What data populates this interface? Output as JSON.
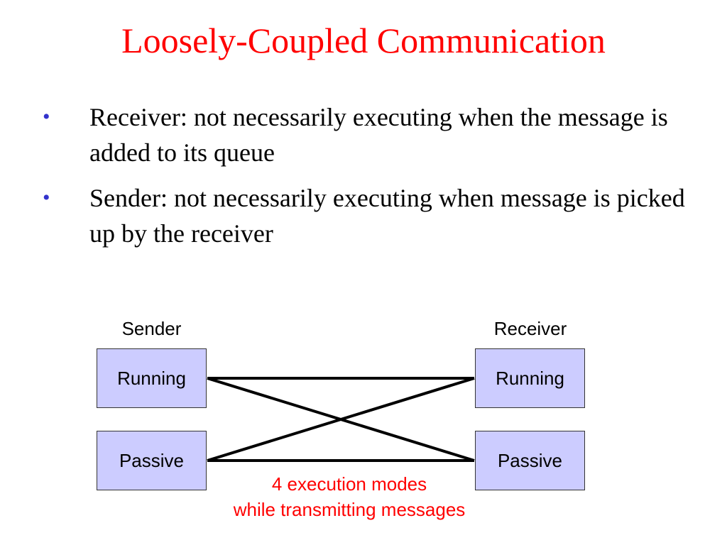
{
  "title": "Loosely-Coupled Communication",
  "bullets": [
    {
      "marker": "•",
      "text": "Receiver: not necessarily executing when the message is added to its queue"
    },
    {
      "marker": "•",
      "text": "Sender:  not necessarily executing when message is picked up by the receiver"
    }
  ],
  "diagram": {
    "sender_label": "Sender",
    "receiver_label": "Receiver",
    "sender_states": [
      "Running",
      "Passive"
    ],
    "receiver_states": [
      "Running",
      "Passive"
    ],
    "caption": [
      "4 execution modes",
      "while transmitting messages"
    ],
    "colors": {
      "box_fill": "#ccccff",
      "title": "#ff0000",
      "caption": "#ff0000",
      "bullet": "#3333cc"
    }
  }
}
